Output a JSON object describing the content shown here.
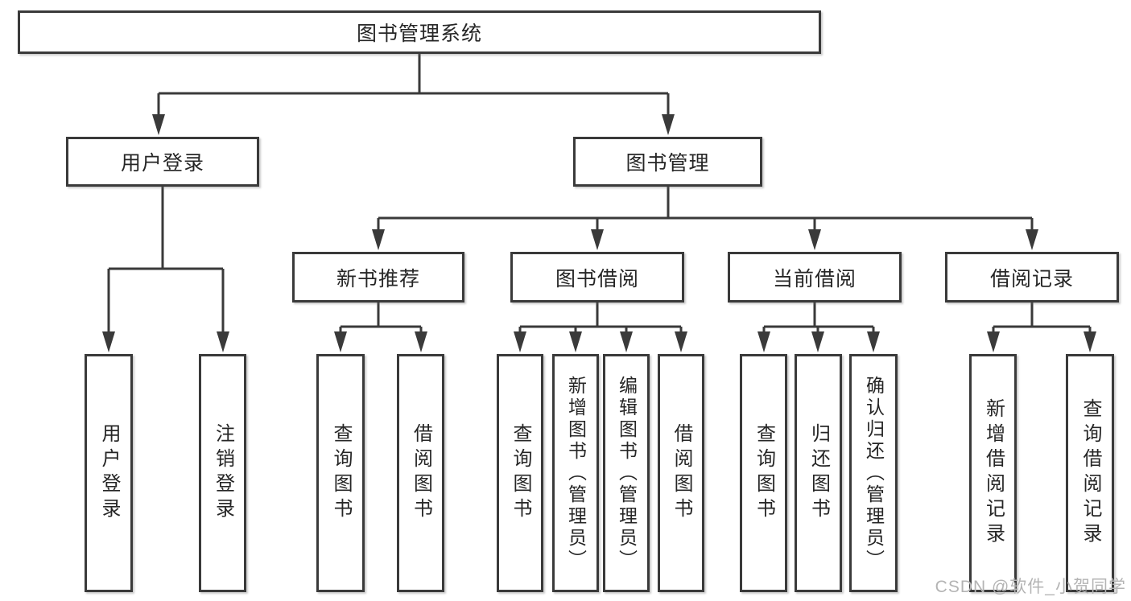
{
  "diagram": {
    "root": {
      "label": "图书管理系统",
      "children": [
        {
          "label": "用户登录",
          "children": [
            {
              "label": "用户登录"
            },
            {
              "label": "注销登录"
            }
          ]
        },
        {
          "label": "图书管理",
          "children": [
            {
              "label": "新书推荐",
              "children": [
                {
                  "label": "查询图书"
                },
                {
                  "label": "借阅图书"
                }
              ]
            },
            {
              "label": "图书借阅",
              "children": [
                {
                  "label": "查询图书"
                },
                {
                  "label": "新增图书（管理员）"
                },
                {
                  "label": "编辑图书（管理员）"
                },
                {
                  "label": "借阅图书"
                }
              ]
            },
            {
              "label": "当前借阅",
              "children": [
                {
                  "label": "查询图书"
                },
                {
                  "label": "归还图书"
                },
                {
                  "label": "确认归还（管理员）"
                }
              ]
            },
            {
              "label": "借阅记录",
              "children": [
                {
                  "label": "新增借阅记录"
                },
                {
                  "label": "查询借阅记录"
                }
              ]
            }
          ]
        }
      ]
    },
    "watermark": "CSDN @软件_小贺同学"
  }
}
